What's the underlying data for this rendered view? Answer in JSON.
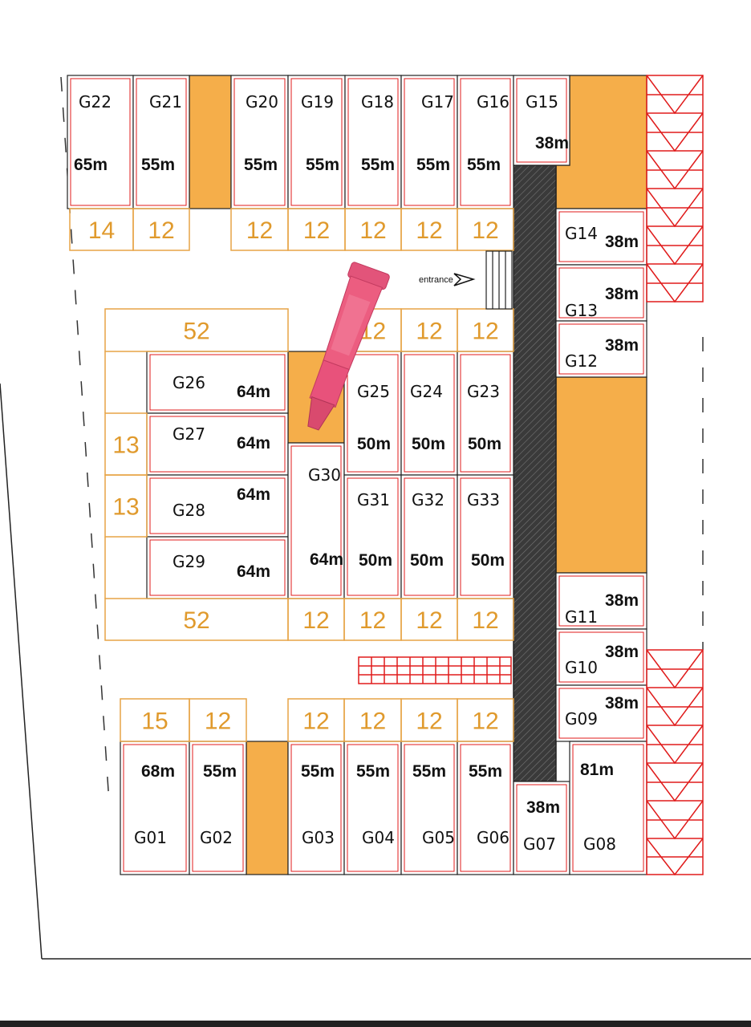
{
  "colors": {
    "orange_fill": "#f5ae4a",
    "orange_line": "#e7a446",
    "bay_text": "#e09a2d",
    "red_line": "#e01b1b",
    "outline": "#222222",
    "hatch": "#3a3a3a",
    "highlighter_body": "#ec5d80"
  },
  "entrance": {
    "label": "entrance"
  },
  "garages": [
    {
      "id": "G22",
      "size": "65m"
    },
    {
      "id": "G21",
      "size": "55m"
    },
    {
      "id": "G20",
      "size": "55m"
    },
    {
      "id": "G19",
      "size": "55m"
    },
    {
      "id": "G18",
      "size": "55m"
    },
    {
      "id": "G17",
      "size": "55m"
    },
    {
      "id": "G16",
      "size": "55m"
    },
    {
      "id": "G15",
      "size": "38m"
    },
    {
      "id": "G14",
      "size": "38m"
    },
    {
      "id": "G13",
      "size": "38m"
    },
    {
      "id": "G12",
      "size": "38m"
    },
    {
      "id": "G26",
      "size": "64m"
    },
    {
      "id": "G27",
      "size": "64m"
    },
    {
      "id": "G28",
      "size": "64m"
    },
    {
      "id": "G29",
      "size": "64m"
    },
    {
      "id": "G30",
      "size": "64m"
    },
    {
      "id": "G25",
      "size": "50m"
    },
    {
      "id": "G24",
      "size": "50m"
    },
    {
      "id": "G23",
      "size": "50m"
    },
    {
      "id": "G31",
      "size": "50m"
    },
    {
      "id": "G32",
      "size": "50m"
    },
    {
      "id": "G33",
      "size": "50m"
    },
    {
      "id": "G11",
      "size": "38m"
    },
    {
      "id": "G10",
      "size": "38m"
    },
    {
      "id": "G09",
      "size": "38m"
    },
    {
      "id": "G01",
      "size": "68m"
    },
    {
      "id": "G02",
      "size": "55m"
    },
    {
      "id": "G03",
      "size": "55m"
    },
    {
      "id": "G04",
      "size": "55m"
    },
    {
      "id": "G05",
      "size": "55m"
    },
    {
      "id": "G06",
      "size": "55m"
    },
    {
      "id": "G07",
      "size": "38m"
    },
    {
      "id": "G08",
      "size": "81m"
    }
  ],
  "parking_bays": {
    "top_row": [
      "14",
      "12",
      "12",
      "12",
      "12",
      "12",
      "12"
    ],
    "middle_upper": [
      "52",
      "12",
      "12",
      "12"
    ],
    "middle_left": [
      "13",
      "13"
    ],
    "middle_lower": [
      "52",
      "12",
      "12",
      "12",
      "12"
    ],
    "bottom_row": [
      "15",
      "12",
      "12",
      "12",
      "12",
      "12"
    ]
  }
}
